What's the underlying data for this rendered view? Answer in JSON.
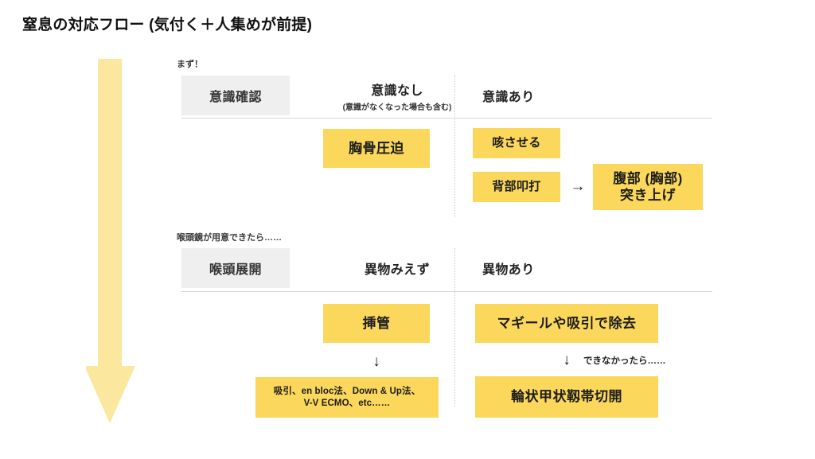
{
  "title": "窒息の対応フロー (気付く＋人集めが前提)",
  "colors": {
    "arrow_fill": "#fbe79e",
    "box_fill": "#fbd75b",
    "header_chip_fill": "#efefef",
    "rule": "#d8d8d8",
    "text": "#1a1a1a"
  },
  "flow_arrow": {
    "name": "downward-flow-arrow",
    "direction": "down"
  },
  "sections": [
    {
      "note": "まず！",
      "chip": "意識確認",
      "columns": [
        {
          "main": "意識なし",
          "sub": "(意識がなくなった場合も含む)"
        },
        {
          "main": "意識あり",
          "sub": ""
        }
      ],
      "boxes": {
        "middle": [
          "胸骨圧迫"
        ],
        "right_top": "咳させる",
        "right_second": "背部叩打",
        "right_arrow": "→",
        "right_result": "腹部 (胸部)\n突き上げ"
      }
    },
    {
      "note": "喉頭鏡が用意できたら……",
      "chip": "喉頭展開",
      "columns": [
        {
          "main": "異物みえず",
          "sub": ""
        },
        {
          "main": "異物あり",
          "sub": ""
        }
      ],
      "boxes": {
        "middle_top": "挿管",
        "middle_arrow": "↓",
        "middle_bottom_line1": "吸引、en bloc法、Down & Up法、",
        "middle_bottom_line2": "V-V ECMO、etc……",
        "right_top": "マギールや吸引で除去",
        "right_arrow": "↓",
        "right_arrow_note": "できなかったら……",
        "right_bottom": "輪状甲状靱帯切開"
      }
    }
  ]
}
